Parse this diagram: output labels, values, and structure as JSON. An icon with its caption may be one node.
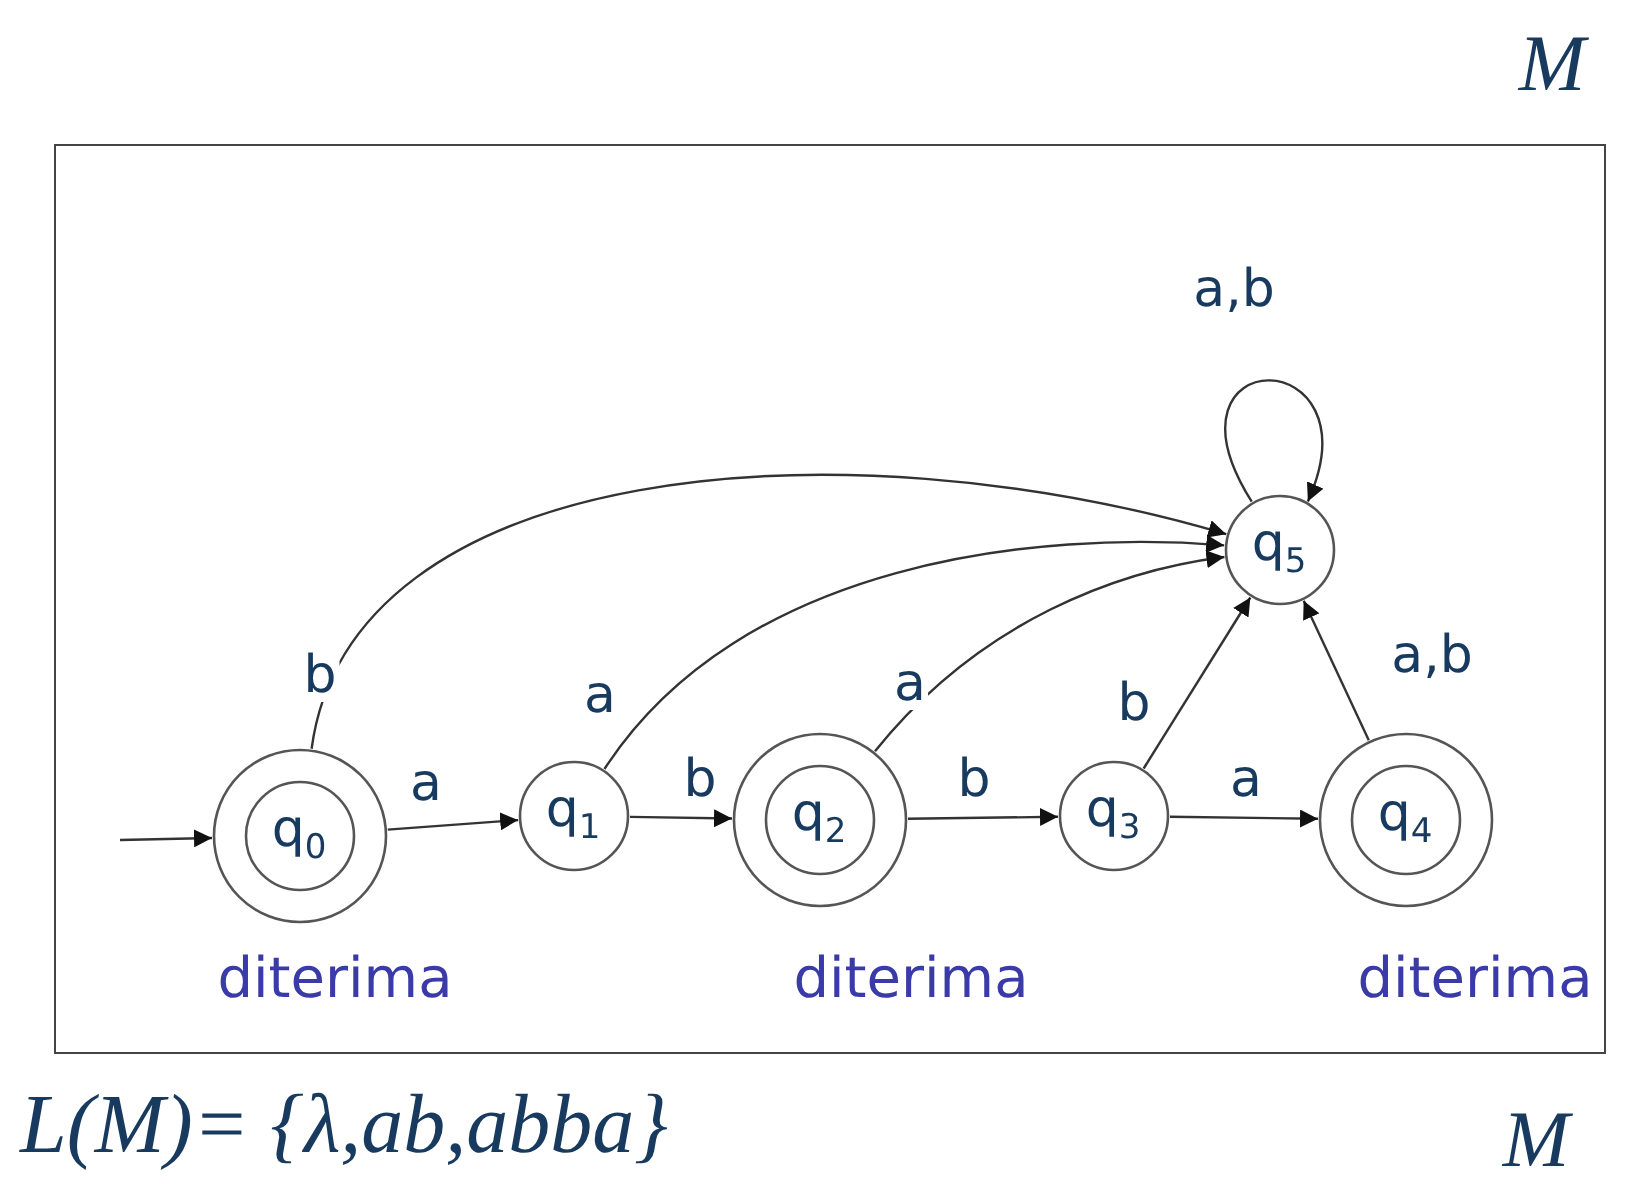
{
  "diagram": {
    "nodes": [
      {
        "text": [],
        "shape": "box"
      },
      {
        "text": [
          "q$_{0}$"
        ],
        "in": 0,
        "beside": [
          "diterima"
        ]
      },
      {
        "text": [
          "q$_{1}$"
        ],
        "in": 0
      },
      {
        "text": [
          "q$_{2}$"
        ],
        "in": 0,
        "beside": [
          "diterima"
        ]
      },
      {
        "text": [
          "q$_{3}$"
        ],
        "in": 0
      },
      {
        "text": [
          "q$_{4}$"
        ],
        "in": 0,
        "beside": [
          "diterima"
        ]
      },
      {
        "text": [
          "q$_{5}$"
        ],
        "in": 0
      }
    ],
    "edges": [
      {
        "from": null,
        "to": 1,
        "arrow": "to"
      },
      {
        "from": 1,
        "to": 2,
        "arrow": "to",
        "label": "a"
      },
      {
        "from": 2,
        "to": 3,
        "arrow": "to",
        "label": "b"
      },
      {
        "from": 3,
        "to": 4,
        "arrow": "to",
        "label": "b"
      },
      {
        "from": 4,
        "to": 5,
        "arrow": "to",
        "label": "a"
      },
      {
        "from": 1,
        "to": 6,
        "arrow": "to",
        "label": "b"
      },
      {
        "from": 2,
        "to": 6,
        "arrow": "to",
        "label": "a"
      },
      {
        "from": 3,
        "to": 6,
        "arrow": "to",
        "label": "a"
      },
      {
        "from": 4,
        "to": 6,
        "arrow": "to",
        "label": "b"
      },
      {
        "from": 5,
        "to": 6,
        "arrow": "to",
        "label": "a,b"
      },
      {
        "from": 6,
        "to": 6,
        "arrow": "to",
        "label": "a,b"
      }
    ],
    "labels": [
      "M",
      "L(M)= {λ,ab,abba}",
      "M"
    ]
  }
}
